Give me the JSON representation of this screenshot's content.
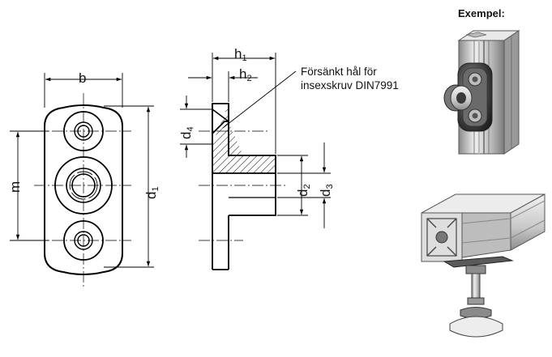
{
  "labels": {
    "b": "b",
    "m": "m",
    "d1": {
      "base": "d",
      "sub": "1"
    },
    "h1": {
      "base": "h",
      "sub": "1"
    },
    "h2": {
      "base": "h",
      "sub": "2"
    },
    "d4": {
      "base": "d",
      "sub": "4"
    },
    "d2": {
      "base": "d",
      "sub": "2"
    },
    "d3": {
      "base": "d",
      "sub": "3"
    }
  },
  "note": {
    "line1": "Försänkt hål för",
    "line2": "insexskruv DIN7991"
  },
  "example_title": "Exempel:"
}
